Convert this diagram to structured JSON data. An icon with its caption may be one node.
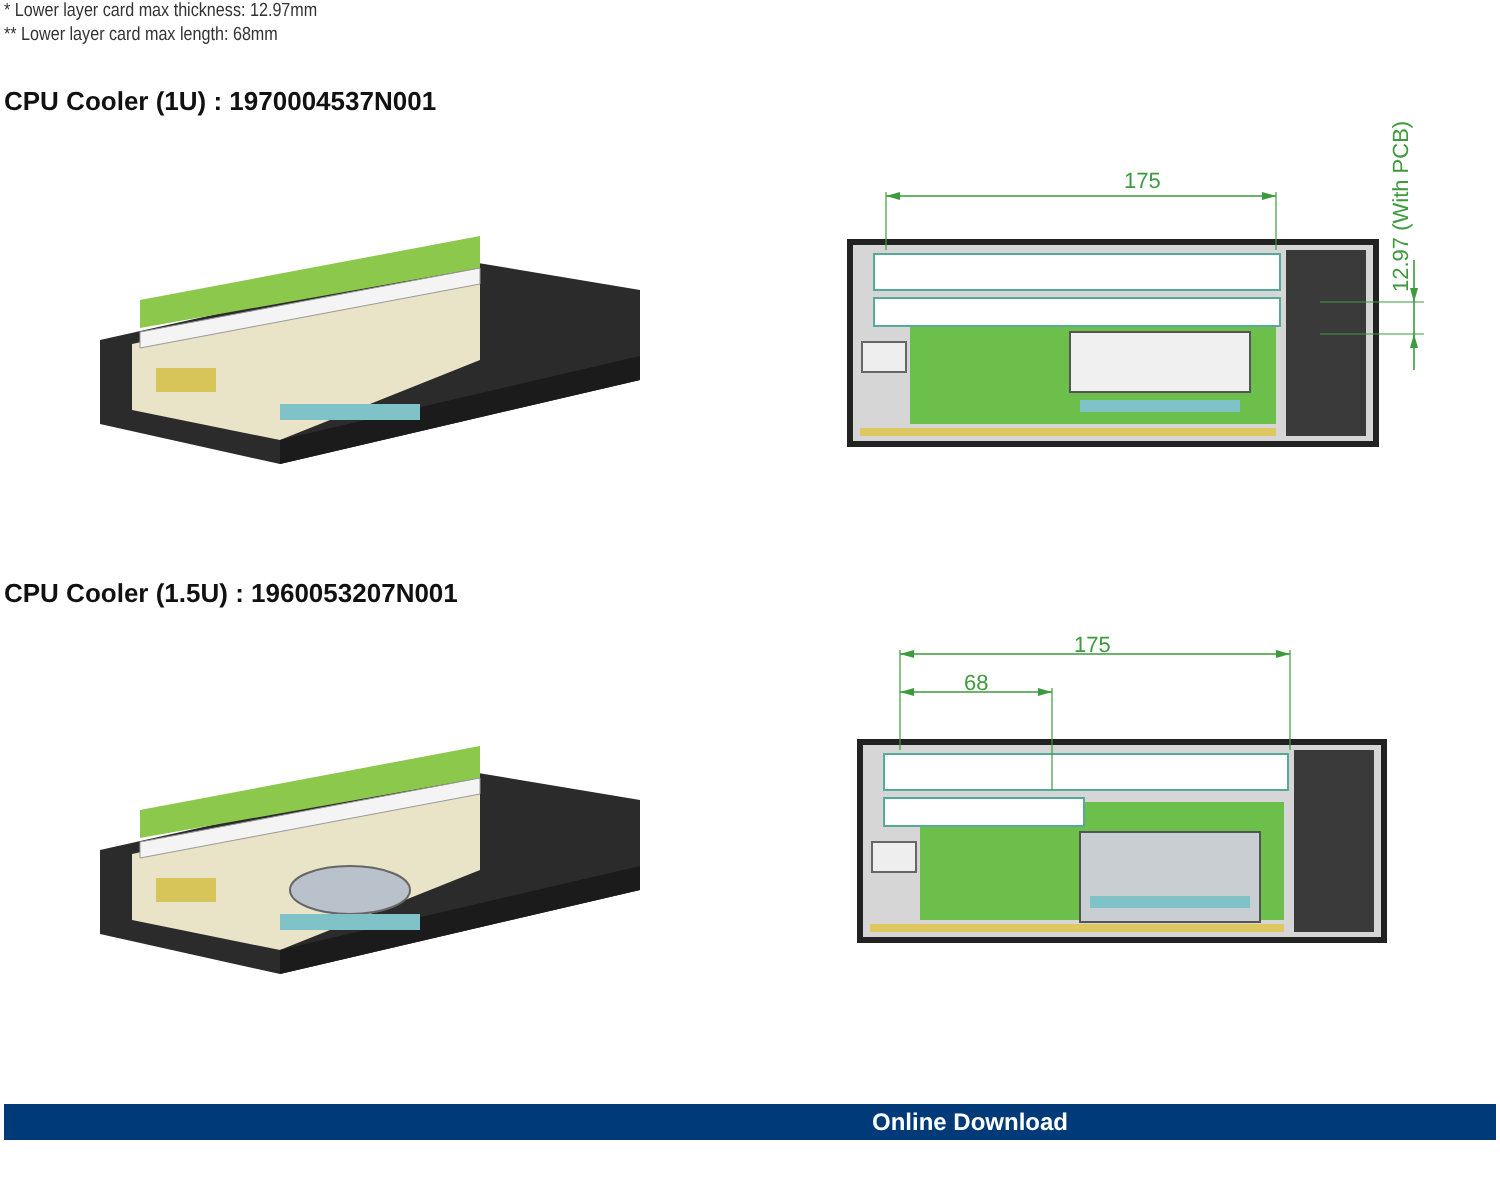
{
  "diagram": {
    "labels": [
      "*  Lower layer card max thickness: 12.97mm",
      "** Lower layer card max length: 68mm",
      "CPU Cooler (1U) : 1970004537N001",
      "175",
      "12.97 (With PCB)",
      "CPU Cooler (1.5U) : 1960053207N001",
      "175",
      "68",
      "Online Download"
    ]
  }
}
